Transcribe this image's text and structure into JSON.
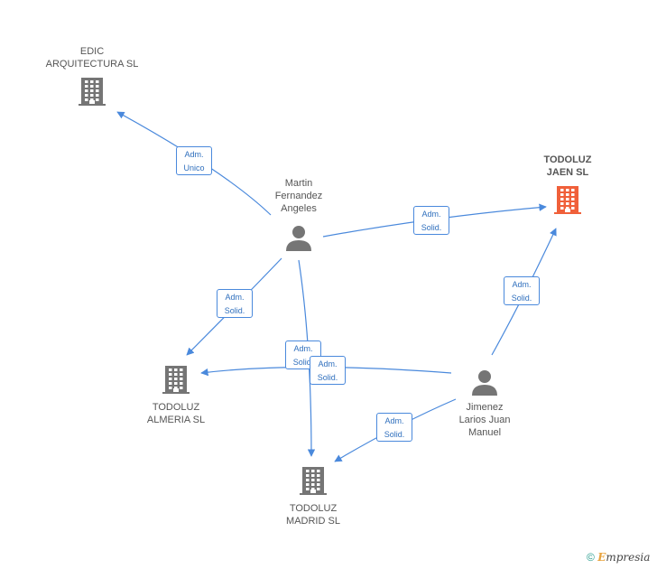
{
  "colors": {
    "edge": "#4a89dc",
    "company_icon": "#757575",
    "highlight_company_icon": "#f0603a",
    "person_icon": "#757575"
  },
  "nodes": {
    "edic": {
      "label_lines": [
        "EDIC",
        "ARQUITECTURA SL"
      ],
      "icon": "building-icon"
    },
    "jaen": {
      "label_lines": [
        "TODOLUZ",
        "JAEN SL"
      ],
      "icon": "building-icon",
      "highlight": true
    },
    "martin": {
      "label_lines": [
        "Martin",
        "Fernandez",
        "Angeles"
      ],
      "icon": "person-icon"
    },
    "almeria": {
      "label_lines": [
        "TODOLUZ",
        "ALMERIA SL"
      ],
      "icon": "building-icon"
    },
    "jimenez": {
      "label_lines": [
        "Jimenez",
        "Larios Juan",
        "Manuel"
      ],
      "icon": "person-icon"
    },
    "madrid": {
      "label_lines": [
        "TODOLUZ",
        "MADRID SL"
      ],
      "icon": "building-icon"
    }
  },
  "edges": [
    {
      "from": "martin",
      "to": "edic",
      "label_lines": [
        "Adm.",
        "Unico"
      ]
    },
    {
      "from": "martin",
      "to": "jaen",
      "label_lines": [
        "Adm.",
        "Solid."
      ]
    },
    {
      "from": "martin",
      "to": "almeria",
      "label_lines": [
        "Adm.",
        "Solid."
      ]
    },
    {
      "from": "martin",
      "to": "madrid",
      "label_lines": [
        "Adm.",
        "Solid."
      ]
    },
    {
      "from": "jimenez",
      "to": "almeria",
      "label_lines": [
        "Adm.",
        "Solid."
      ]
    },
    {
      "from": "jimenez",
      "to": "jaen",
      "label_lines": [
        "Adm.",
        "Solid."
      ]
    },
    {
      "from": "jimenez",
      "to": "madrid",
      "label_lines": [
        "Adm.",
        "Solid."
      ]
    }
  ],
  "footer": {
    "copyright_symbol": "©",
    "brand_first": "E",
    "brand_rest": "mpresia"
  }
}
